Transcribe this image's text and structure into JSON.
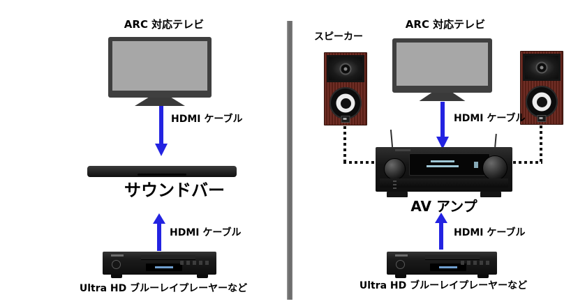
{
  "left_panel": {
    "tv_label": "ARC 対応テレビ",
    "hdmi_cable_top": "HDMI ケーブル",
    "soundbar_label": "サウンドバー",
    "hdmi_cable_bottom": "HDMI ケーブル",
    "player_label": "Ultra HD ブルーレイプレーヤーなど"
  },
  "right_panel": {
    "tv_label": "ARC 対応テレビ",
    "speaker_label": "スピーカー",
    "hdmi_cable_top": "HDMI ケーブル",
    "amp_label": "AV アンプ",
    "hdmi_cable_bottom": "HDMI ケーブル",
    "player_label": "Ultra HD ブルーレイプレーヤーなど"
  },
  "icons": {
    "tv": "tv-icon",
    "soundbar": "soundbar-icon",
    "bluray_player": "bluray-player-icon",
    "speaker": "speaker-icon",
    "av_amp": "av-amp-icon",
    "arrow_down": "arrow-down-icon",
    "arrow_up": "arrow-up-icon",
    "dotted_cable": "dotted-cable-line"
  },
  "colors": {
    "background": "#ffffff",
    "arrow_blue": "#2323e1",
    "tv_frame_gray": "#3f3f3f",
    "tv_screen_gray": "#a7a7a7",
    "device_black": "#161616",
    "speaker_wood_red": "#6b2a20",
    "speaker_cone_white": "#ececec",
    "amp_display_cyan": "#9ec7d6",
    "divider_gray": "#6e6e6e",
    "dotted_cable_black": "#141414",
    "text_black": "#000000"
  }
}
